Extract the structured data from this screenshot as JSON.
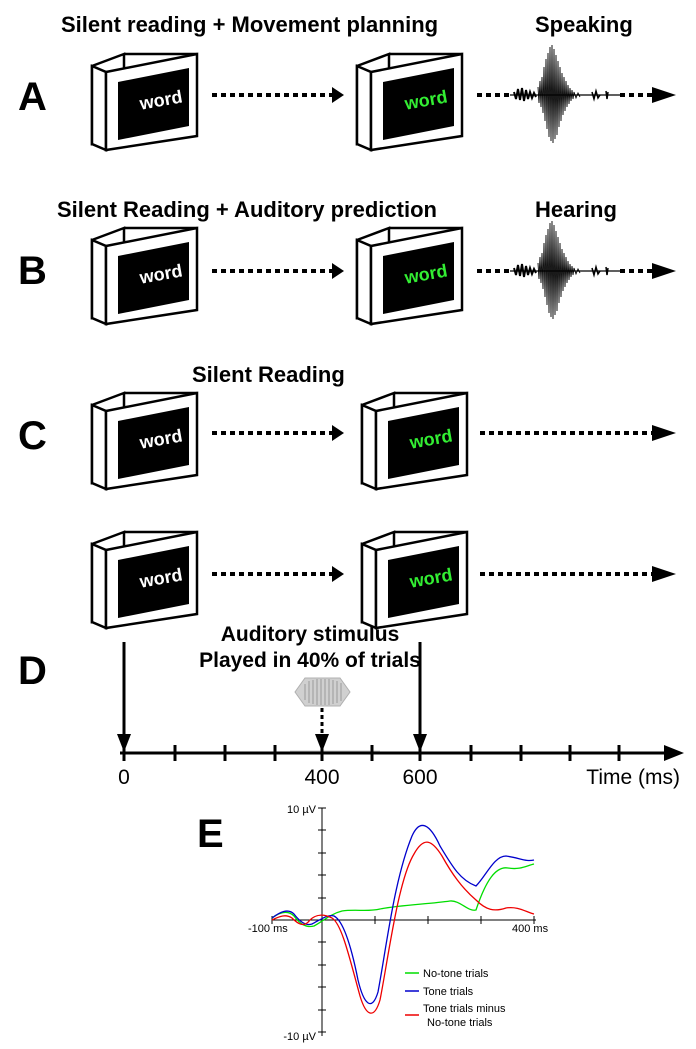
{
  "panels": [
    {
      "letter": "A",
      "phase1": "Silent reading + Movement planning",
      "phase2": "Speaking",
      "word": "word"
    },
    {
      "letter": "B",
      "phase1": "Silent Reading + Auditory prediction",
      "phase2": "Hearing",
      "word": "word"
    },
    {
      "letter": "C",
      "phase1": "Silent Reading",
      "word": "word"
    },
    {
      "letter": "D",
      "word": "word",
      "stimulus_line1": "Auditory stimulus",
      "stimulus_line2": "Played in 40% of trials"
    }
  ],
  "timeline": {
    "ticks": [
      "0",
      "400",
      "600"
    ],
    "axis_label": "Time (ms)"
  },
  "erp": {
    "letter": "E",
    "y_top": "10 µV",
    "y_bottom": "-10 µV",
    "x_left": "-100 ms",
    "x_right": "400 ms",
    "legend": [
      {
        "label": "No-tone trials",
        "color": "#00dd00"
      },
      {
        "label": "Tone trials",
        "color": "#0000cc"
      },
      {
        "label": "Tone trials minus",
        "label2": "No-tone trials",
        "color": "#ee0000"
      }
    ]
  },
  "colors": {
    "word_first": "#ffffff",
    "word_second": "#33ee33",
    "screen": "#000000"
  }
}
